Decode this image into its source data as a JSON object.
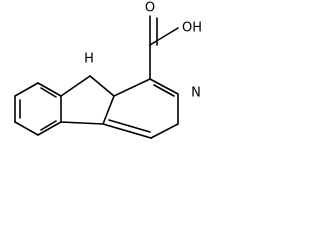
{
  "structure": {
    "labels": {
      "nh": "H",
      "n_label": "N",
      "n_ring": "N",
      "oxygen": "O",
      "oh": "OH"
    },
    "colors": {
      "ink": "#000000",
      "background": "#ffffff"
    }
  }
}
